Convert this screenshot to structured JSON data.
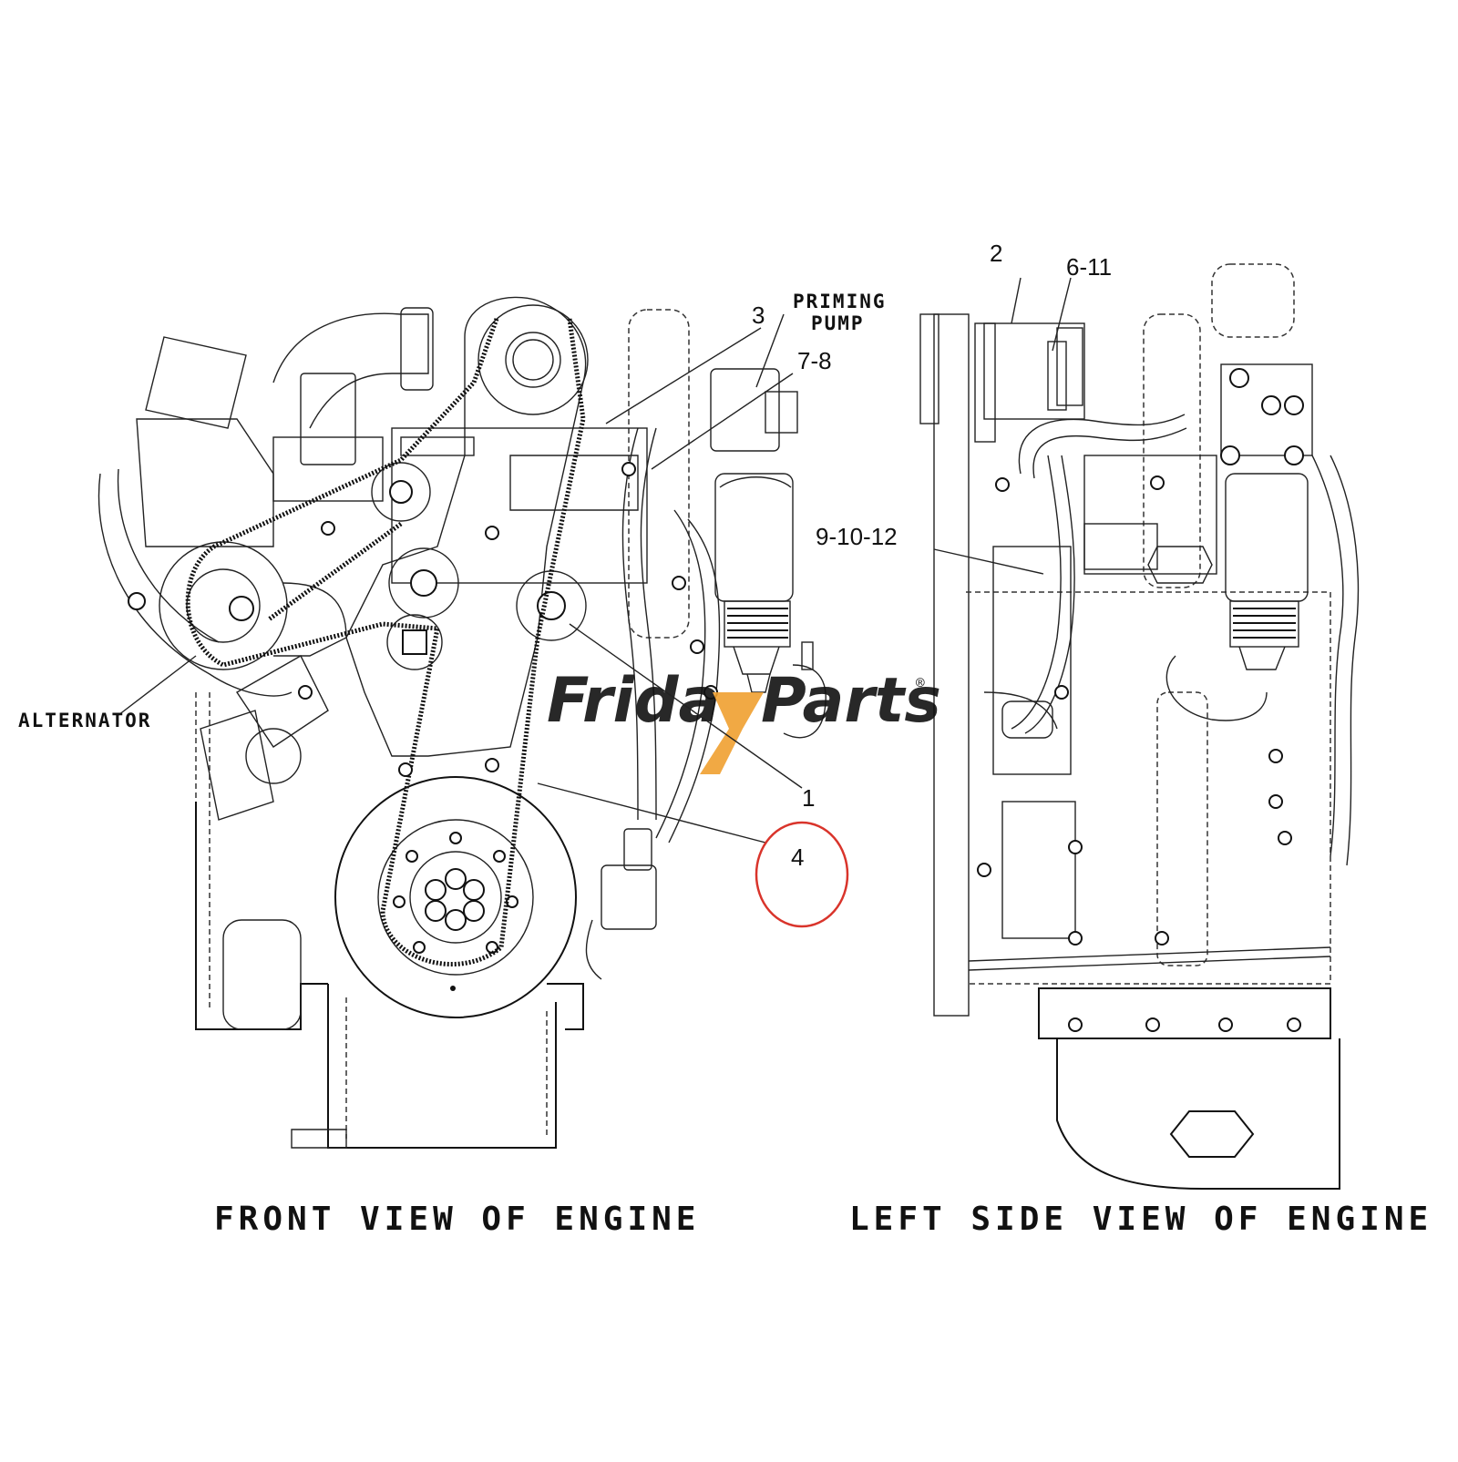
{
  "captions": {
    "front_view": "FRONT VIEW OF ENGINE",
    "left_view": "LEFT SIDE VIEW OF ENGINE"
  },
  "labels": {
    "alternator": "ALTERNATOR",
    "priming_pump_line1": "PRIMING",
    "priming_pump_line2": "PUMP"
  },
  "callouts": {
    "c1": "1",
    "c2": "2",
    "c3": "3",
    "c4": "4",
    "c6_11": "6-11",
    "c7_8": "7-8",
    "c9_10_12": "9-10-12"
  },
  "watermark": {
    "part1": "Frida",
    "part2": "Parts",
    "registered": "®",
    "colors": {
      "blue": "#5b7fc2",
      "orange": "#f0a030"
    }
  },
  "highlight": {
    "color": "#d9342b"
  }
}
